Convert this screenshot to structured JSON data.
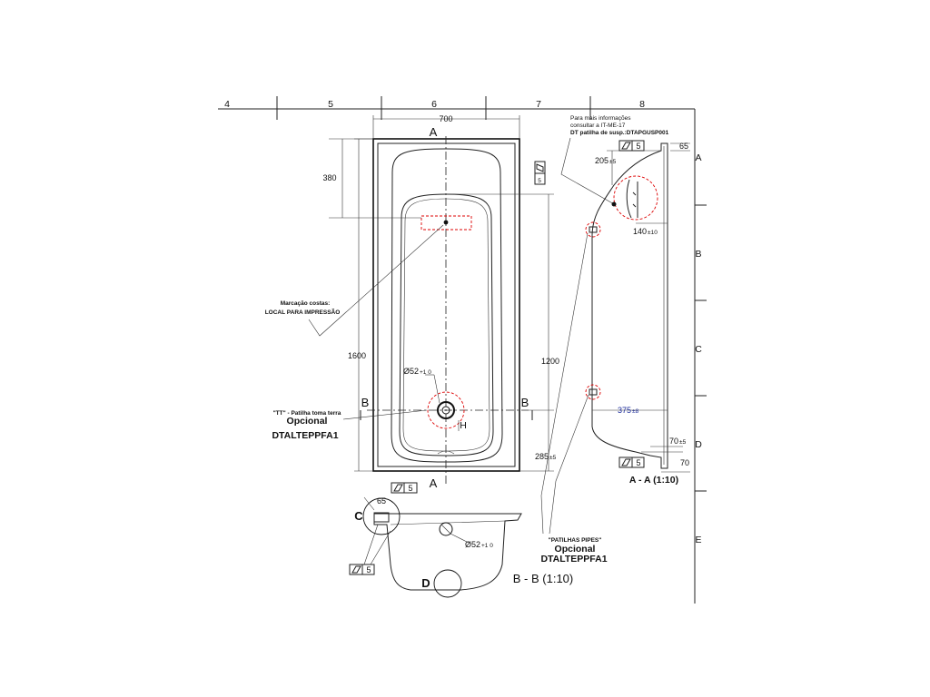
{
  "grid": {
    "columns": [
      "4",
      "5",
      "6",
      "7",
      "8"
    ],
    "rows": [
      "A",
      "B",
      "C",
      "D",
      "E"
    ]
  },
  "top_view": {
    "width_dim": "700",
    "length_dim": "1600",
    "inner_length_dim": "1200",
    "marking_offset_dim": "380",
    "drain_offset_dim": "285",
    "drain_offset_sup": "±5",
    "drain_diameter": "Ø52",
    "drain_diameter_sup": "+1 0",
    "section_a": "A",
    "section_b": "B",
    "symbol_h": "H",
    "flatness_value": "5"
  },
  "notes": {
    "marking_line1": "Marcação costas:",
    "marking_line2": "LOCAL PARA IMPRESSÃO",
    "tt_line1": "\"TT\" - Patilha toma terra",
    "tt_line2": "Opcional",
    "tt_line3": "DTALTEPPFA1",
    "pipes_line1": "\"PATILHAS PIPES\"",
    "pipes_line2": "Opcional",
    "pipes_line3": "DTALTEPPFA1",
    "info_line1": "Para mais informações",
    "info_line2": "consultar a IT-ME-17",
    "info_line3": "DT patilha de susp.:DTAPGUSP001"
  },
  "section_aa": {
    "title": "A - A (1:10)",
    "dim_65": "65",
    "dim_205": "205",
    "dim_205_sup": "±5",
    "dim_140": "140",
    "dim_140_sup": "±10",
    "dim_375": "375",
    "dim_375_sup": "±8",
    "dim_70a": "70",
    "dim_70a_sup": "±5",
    "dim_70b": "70",
    "flatness_value": "5"
  },
  "section_bb": {
    "title": "B - B (1:10)",
    "dim_65": "65",
    "drain_diameter": "Ø52",
    "drain_diameter_sup": "+1 0",
    "detail_c": "C",
    "detail_d": "D",
    "flatness_value": "5"
  }
}
